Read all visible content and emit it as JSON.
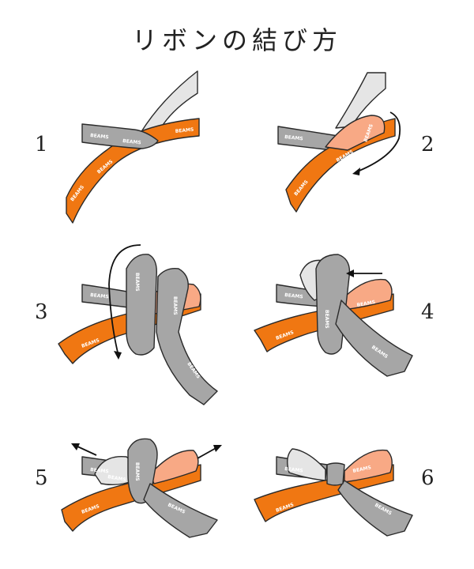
{
  "title": "リボンの結び方",
  "brand_label": "BEAMS",
  "colors": {
    "orange": "#f07712",
    "peach": "#f8a985",
    "gray": "#a6a6a6",
    "light_gray": "#e5e5e5",
    "outline": "#2a2a2a"
  },
  "steps": [
    {
      "number": "1"
    },
    {
      "number": "2"
    },
    {
      "number": "3"
    },
    {
      "number": "4"
    },
    {
      "number": "5"
    },
    {
      "number": "6"
    }
  ]
}
